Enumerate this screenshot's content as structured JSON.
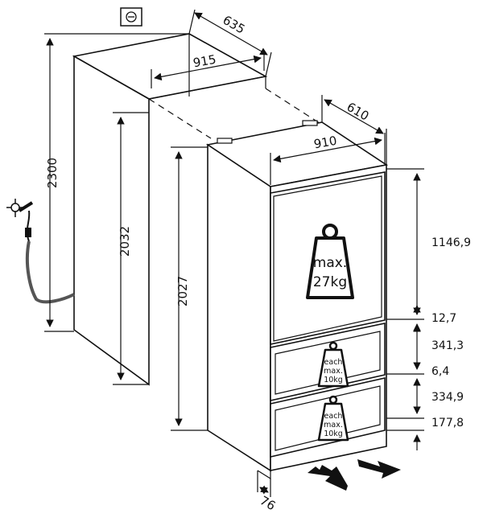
{
  "niche": {
    "height": "2300",
    "depth": "635",
    "width": "915",
    "inner_height": "2032"
  },
  "appliance": {
    "depth": "610",
    "width": "910",
    "height": "2027",
    "door_offset": "76"
  },
  "right_dimensions": [
    "1146,9",
    "12,7",
    "341,3",
    "6,4",
    "334,9",
    "177,8"
  ],
  "weights": {
    "door": {
      "line1": "max.",
      "line2": "27kg"
    },
    "drawer_top": {
      "line1": "each",
      "line2": "max.",
      "line3": "10kg"
    },
    "drawer_bottom": {
      "line1": "each",
      "line2": "max.",
      "line3": "10kg"
    }
  }
}
